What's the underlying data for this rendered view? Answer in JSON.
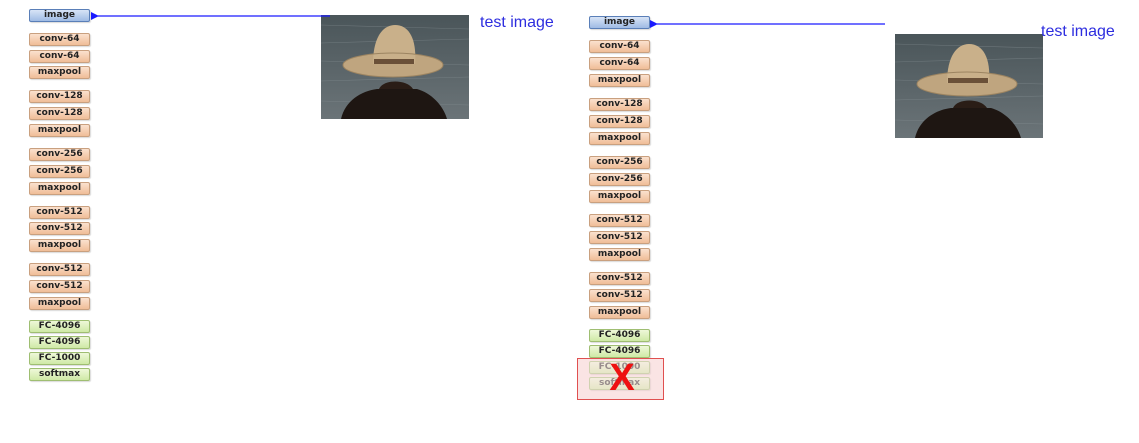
{
  "left_diagram": {
    "layers": [
      "image",
      "conv-64",
      "conv-64",
      "maxpool",
      "conv-128",
      "conv-128",
      "maxpool",
      "conv-256",
      "conv-256",
      "maxpool",
      "conv-512",
      "conv-512",
      "maxpool",
      "conv-512",
      "conv-512",
      "maxpool",
      "FC-4096",
      "FC-4096",
      "FC-1000",
      "softmax"
    ],
    "caption": "test image"
  },
  "right_diagram": {
    "layers": [
      "image",
      "conv-64",
      "conv-64",
      "maxpool",
      "conv-128",
      "conv-128",
      "maxpool",
      "conv-256",
      "conv-256",
      "maxpool",
      "conv-512",
      "conv-512",
      "maxpool",
      "conv-512",
      "conv-512",
      "maxpool",
      "FC-4096",
      "FC-4096",
      "FC-1000",
      "softmax"
    ],
    "caption": "test image",
    "removed_mark": "X"
  },
  "colors": {
    "arrow": "#1a1aff",
    "caption": "#2d2ddf",
    "conv_fill": "#f5c9a8",
    "fc_fill": "#dcefbd",
    "input_fill": "#b9cdec",
    "remove_box": "#e05050"
  }
}
